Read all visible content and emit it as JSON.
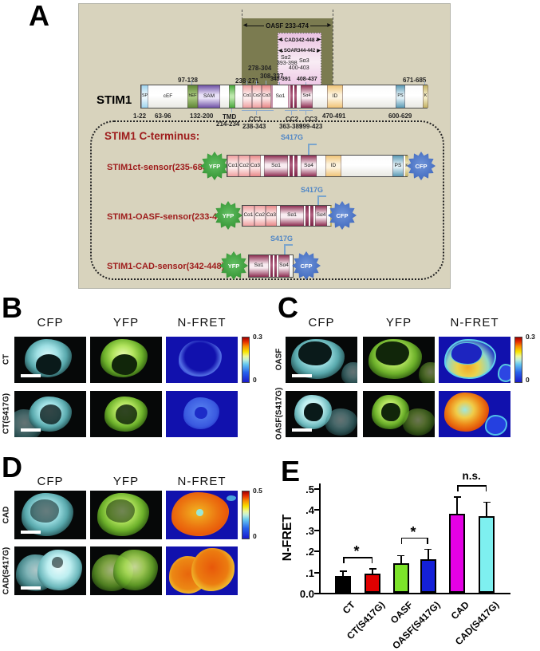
{
  "panelA": {
    "letter": "A",
    "stim1_label": "STIM1",
    "overlay": {
      "oasf": "OASF 233-474",
      "cad": "CAD342-448",
      "soar": "SOAR344-442",
      "sa2_name": "Sα2",
      "sa2_range": "393-398",
      "sa3_name": "Sα3",
      "sa3_range": "400-403",
      "r408": "408-437",
      "r345": "345-391",
      "r278": "278-304",
      "r308": "308-337",
      "r238": "238-271"
    },
    "domains": {
      "sp": "SP",
      "cef": "cEF",
      "hef": "hEF",
      "sam": "SAM",
      "ca1": "Cα1",
      "ca2": "Cα2",
      "ca3": "Cα3",
      "sa1": "Sα1",
      "sa4": "Sα4",
      "id": "ID",
      "ps": "PS",
      "k": "K"
    },
    "main_bar": {
      "top_97": "97-128",
      "top_671": "671-685",
      "b_122": "1-22",
      "b_6396": "63-96",
      "b_132200": "132-200",
      "tmd1": "TMD",
      "tmd2": "214-234",
      "cc1a": "CC1",
      "cc1b": "238-343",
      "cc2a": "CC2",
      "cc2b": "363-389",
      "cc3a": "CC3",
      "cc3b": "399-423",
      "b_470491": "470-491",
      "b_600629": "600-629"
    },
    "cterm": {
      "heading": "STIM1 C-terminus:",
      "s417g": "S417G",
      "yfp": "YFP",
      "cfp": "CFP",
      "row1_name": "STIM1ct-sensor(235-685)",
      "row2_name": "STIM1-OASF-sensor(233-474)",
      "row3_name": "STIM1-CAD-sensor(342-448)"
    }
  },
  "panelB": {
    "letter": "B",
    "cols": [
      "CFP",
      "YFP",
      "N-FRET"
    ],
    "rows": [
      "CT",
      "CT(S417G)"
    ],
    "cbar_max": "0.3",
    "cbar_min": "0"
  },
  "panelC": {
    "letter": "C",
    "cols": [
      "CFP",
      "YFP",
      "N-FRET"
    ],
    "rows": [
      "OASF",
      "OASF(S417G)"
    ],
    "cbar_max": "0.3",
    "cbar_min": "0"
  },
  "panelD": {
    "letter": "D",
    "cols": [
      "CFP",
      "YFP",
      "N-FRET"
    ],
    "rows": [
      "CAD",
      "CAD(S417G)"
    ],
    "cbar_max": "0.5",
    "cbar_min": "0"
  },
  "panelE": {
    "letter": "E"
  },
  "chart_data": {
    "type": "bar",
    "categories": [
      "CT",
      "CT(S417G)",
      "OASF",
      "OASF(S417G)",
      "CAD",
      "CAD(S417G)"
    ],
    "values": [
      0.08,
      0.09,
      0.14,
      0.16,
      0.375,
      0.365
    ],
    "errors_upper": [
      0.025,
      0.027,
      0.04,
      0.05,
      0.085,
      0.07
    ],
    "bar_colors": [
      "#000000",
      "#e00000",
      "#7ce32a",
      "#1420d8",
      "#e400e4",
      "#7ef0f0"
    ],
    "title": "",
    "xlabel": "",
    "ylabel": "N-FRET",
    "ylim": [
      0,
      0.5
    ],
    "yticks": [
      {
        "v": 0.0,
        "label": "0.0"
      },
      {
        "v": 0.1,
        "label": ".1"
      },
      {
        "v": 0.2,
        "label": ".2"
      },
      {
        "v": 0.3,
        "label": ".3"
      },
      {
        "v": 0.4,
        "label": ".4"
      },
      {
        "v": 0.5,
        "label": ".5"
      }
    ],
    "grid": false,
    "legend": null,
    "significance": [
      {
        "i1": 0,
        "i2": 1,
        "label": "*"
      },
      {
        "i1": 2,
        "i2": 3,
        "label": "*"
      },
      {
        "i1": 4,
        "i2": 5,
        "label": "n.s."
      }
    ]
  }
}
